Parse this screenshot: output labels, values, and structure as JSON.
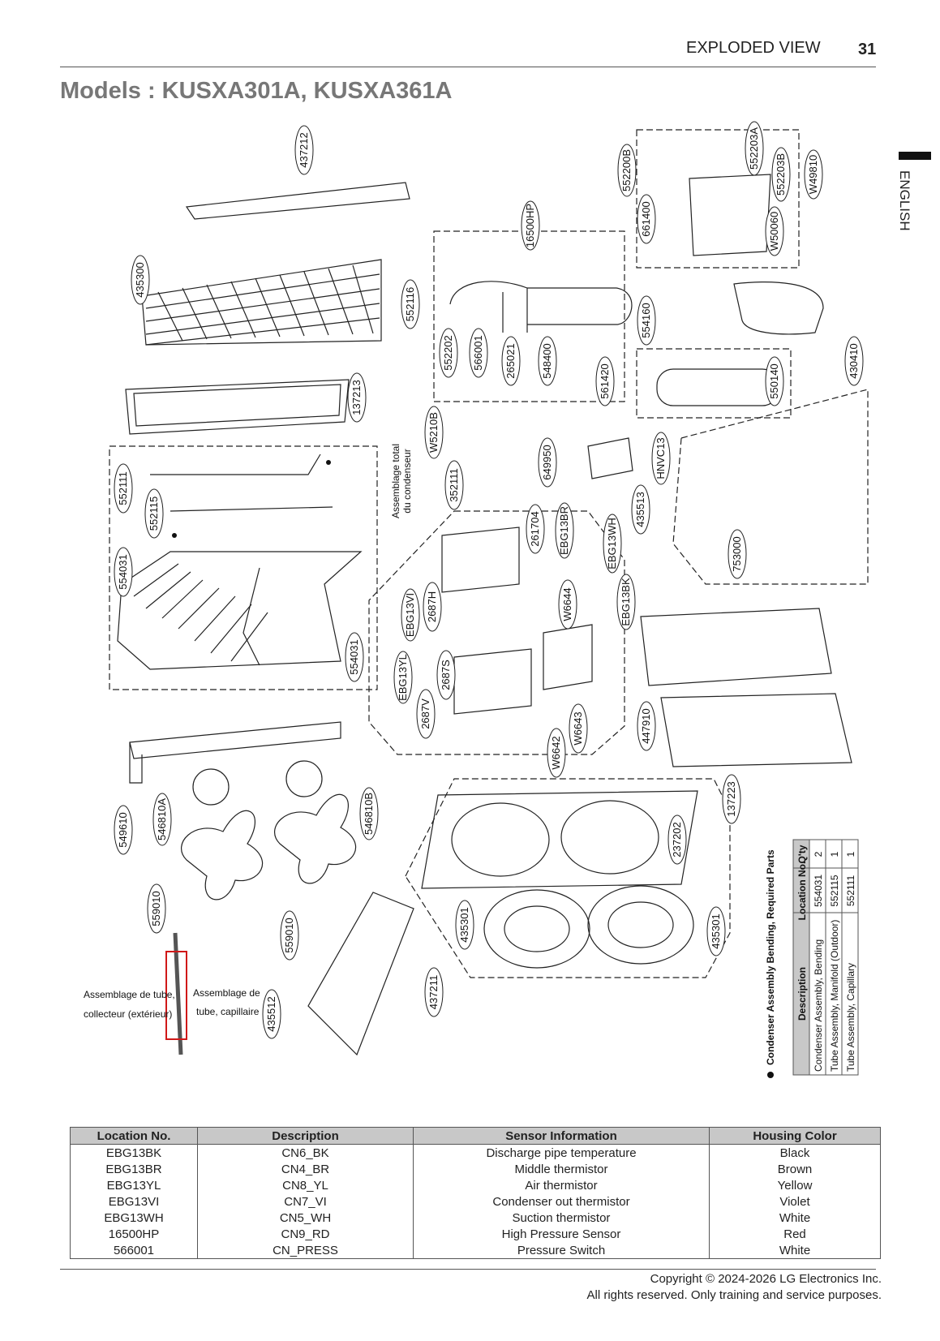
{
  "header": {
    "section_title": "EXPLODED VIEW",
    "page_number": "31",
    "side_tab": "ENGLISH"
  },
  "models_title": "Models : KUSXA301A, KUSXA361A",
  "part_labels": [
    "437212",
    "435300",
    "137213",
    "552111",
    "552115",
    "554031",
    "554031",
    "549610",
    "546810A",
    "546810B",
    "559010",
    "559010",
    "435512",
    "552116",
    "552202",
    "566001",
    "265021",
    "548400",
    "16500HP",
    "561420",
    "552200B",
    "661400",
    "552203A",
    "552203B",
    "W50060",
    "W49810",
    "554160",
    "550140",
    "430410",
    "W5210B",
    "352111",
    "649950",
    "435513",
    "HNVC13",
    "261704",
    "EBG13BR",
    "EBG13WH",
    "2687H",
    "EBG13VI",
    "W6644",
    "EBG13BK",
    "2687S",
    "EBG13YL",
    "2687V",
    "W6642",
    "W6643",
    "753000",
    "447910",
    "137223",
    "237202",
    "435301",
    "435301",
    "437211"
  ],
  "annotations": {
    "condenser_total": [
      "Assemblage total",
      "du condenseur"
    ],
    "tube_collector": [
      "Assemblage de tube,",
      "collecteur (extérieur)"
    ],
    "tube_capillary": [
      "Assemblage de",
      "tube, capillaire"
    ]
  },
  "required_parts": {
    "title": "Condenser Assembly Bending, Required Parts",
    "headers": [
      "Description",
      "Location No.",
      "Q'ty"
    ],
    "rows": [
      [
        "Condenser Assembly, Bending",
        "554031",
        "2"
      ],
      [
        "Tube Assembly, Manifold (Outdoor)",
        "552115",
        "1"
      ],
      [
        "Tube Assembly, Capillary",
        "552111",
        "1"
      ]
    ]
  },
  "sensor_table": {
    "headers": [
      "Location No.",
      "Description",
      "Sensor Information",
      "Housing Color"
    ],
    "rows": [
      [
        "EBG13BK",
        "CN6_BK",
        "Discharge pipe temperature",
        "Black"
      ],
      [
        "EBG13BR",
        "CN4_BR",
        "Middle thermistor",
        "Brown"
      ],
      [
        "EBG13YL",
        "CN8_YL",
        "Air thermistor",
        "Yellow"
      ],
      [
        "EBG13VI",
        "CN7_VI",
        "Condenser out thermistor",
        "Violet"
      ],
      [
        "EBG13WH",
        "CN5_WH",
        "Suction thermistor",
        "White"
      ],
      [
        "16500HP",
        "CN9_RD",
        "High Pressure Sensor",
        "Red"
      ],
      [
        "566001",
        "CN_PRESS",
        "Pressure Switch",
        "White"
      ]
    ]
  },
  "footer": {
    "copyright": "Copyright © 2024-2026 LG Electronics Inc.",
    "rights": "All rights reserved. Only training and service purposes."
  }
}
